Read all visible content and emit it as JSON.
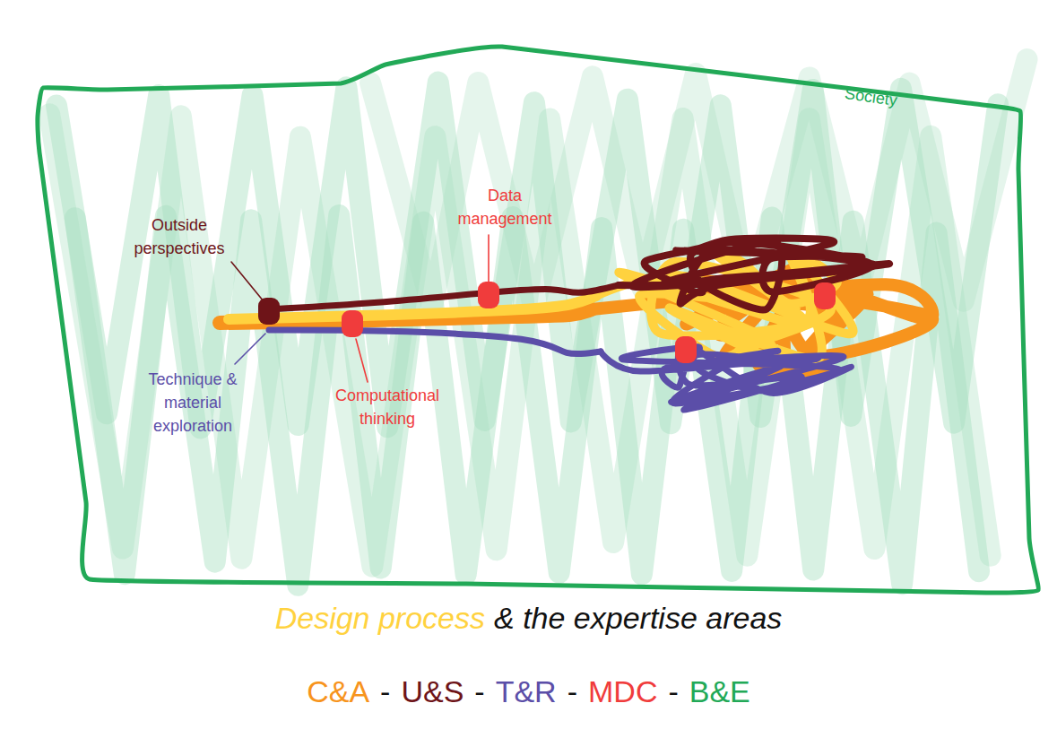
{
  "diagram": {
    "nodes": [
      {
        "text": [
          "Society"
        ]
      }
    ],
    "labels": [
      "Outside perspectives",
      "Data management",
      "Technique & material exploration",
      "Computational thinking",
      "Design process",
      "& the expertise areas",
      "C&A",
      "-",
      "U&S",
      "-",
      "T&R",
      "-",
      "MDC",
      "-",
      "B&E"
    ]
  }
}
